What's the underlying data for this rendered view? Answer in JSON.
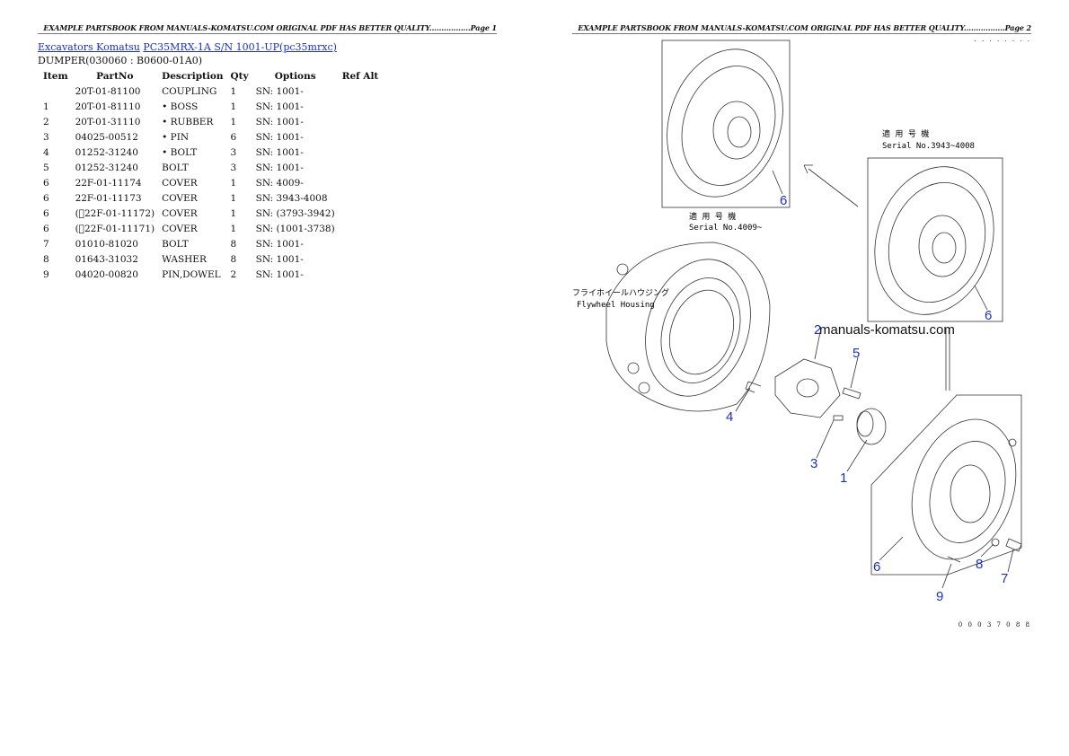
{
  "page1": {
    "header": "EXAMPLE PARTSBOOK FROM MANUALS-KOMATSU.COM ORIGINAL PDF HAS BETTER QUALITY.................Page 1",
    "breadcrumb": {
      "link1": "Excavators Komatsu",
      "link2": "PC35MRX-1A S/N 1001-UP(pc35mrxc)"
    },
    "section_title": "DUMPER(030060 : B0600-01A0)",
    "table": {
      "headers": [
        "Item",
        "PartNo",
        "Description",
        "Qty",
        "Options",
        "Ref Alt"
      ],
      "rows": [
        [
          "",
          "20T-01-81100",
          "COUPLING",
          "1",
          "SN: 1001-",
          ""
        ],
        [
          "1",
          "20T-01-81110",
          "• BOSS",
          "1",
          "SN: 1001-",
          ""
        ],
        [
          "2",
          "20T-01-31110",
          "• RUBBER",
          "1",
          "SN: 1001-",
          ""
        ],
        [
          "3",
          "04025-00512",
          "• PIN",
          "6",
          "SN: 1001-",
          ""
        ],
        [
          "4",
          "01252-31240",
          "• BOLT",
          "3",
          "SN: 1001-",
          ""
        ],
        [
          "5",
          "01252-31240",
          "BOLT",
          "3",
          "SN: 1001-",
          ""
        ],
        [
          "6",
          "22F-01-11174",
          "COVER",
          "1",
          "SN: 4009-",
          ""
        ],
        [
          "6",
          "22F-01-11173",
          "COVER",
          "1",
          "SN: 3943-4008",
          ""
        ],
        [
          "6",
          "(22F-01-11172)",
          "COVER",
          "1",
          "SN: (3793-3942)",
          ""
        ],
        [
          "6",
          "(22F-01-11171)",
          "COVER",
          "1",
          "SN: (1001-3738)",
          ""
        ],
        [
          "7",
          "01010-81020",
          "BOLT",
          "8",
          "SN: 1001-",
          ""
        ],
        [
          "8",
          "01643-31032",
          "WASHER",
          "8",
          "SN: 1001-",
          ""
        ],
        [
          "9",
          "04020-00820",
          "PIN,DOWEL",
          "2",
          "SN: 1001-",
          ""
        ]
      ]
    }
  },
  "page2": {
    "header": "EXAMPLE PARTSBOOK FROM MANUALS-KOMATSU.COM ORIGINAL PDF HAS BETTER QUALITY.................Page 2",
    "top_dots": ". . . . . . . .",
    "watermark": "manuals-komatsu.com",
    "serial_box_top_jp": "適 用 号 機",
    "serial_box_top": "Serial No.4009~",
    "serial_box_right_jp": "適 用 号 機",
    "serial_box_right": "Serial No.3943~4008",
    "housing_label_jp": "フライホイールハウジング",
    "housing_label": "Flywheel Housing",
    "callouts": {
      "c6_top": "6",
      "c6_right": "6",
      "c2": "2",
      "c5": "5",
      "c4": "4",
      "c3": "3",
      "c1": "1",
      "c6_bottom": "6",
      "c8": "8",
      "c7": "7",
      "c9": "9"
    },
    "diagram_code": "0 0 0 3 7 0 8 8"
  }
}
